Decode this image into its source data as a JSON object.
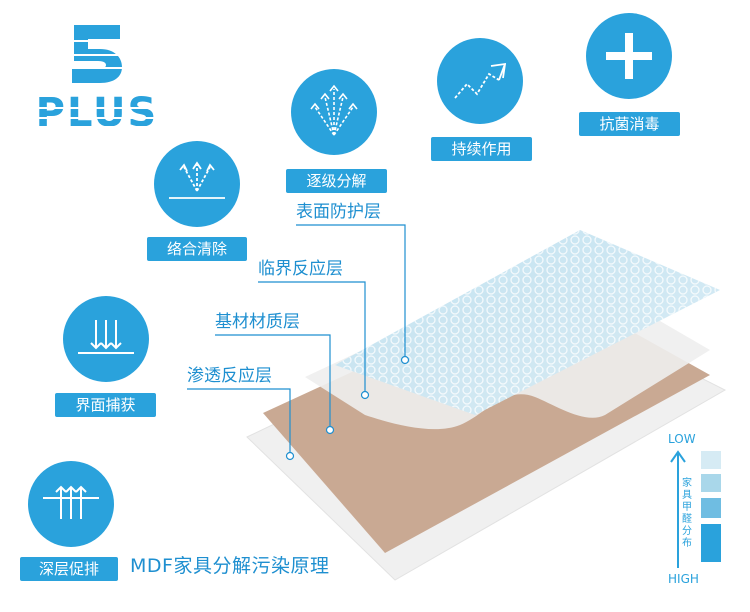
{
  "logo": {
    "number": "5",
    "word": "PLUS"
  },
  "features": [
    {
      "id": "deep",
      "label": "深层促排"
    },
    {
      "id": "capture",
      "label": "界面捕获"
    },
    {
      "id": "clear",
      "label": "络合清除"
    },
    {
      "id": "decompose",
      "label": "逐级分解"
    },
    {
      "id": "continuous",
      "label": "持续作用"
    },
    {
      "id": "antibacterial",
      "label": "抗菌消毒"
    }
  ],
  "layers": [
    {
      "id": "surface",
      "label": "表面防护层"
    },
    {
      "id": "reactive",
      "label": "临界反应层"
    },
    {
      "id": "substrate",
      "label": "基材材质层"
    },
    {
      "id": "penetration",
      "label": "渗透反应层"
    }
  ],
  "title": "MDF家具分解污染原理",
  "legend": {
    "top": "LOW",
    "bottom": "HIGH",
    "vertical_text": "家具甲醛分布",
    "colors": [
      "#d6ebf4",
      "#a9d7ea",
      "#6fbde2",
      "#2aa2dc"
    ]
  },
  "colors": {
    "accent": "#2aa2dc",
    "text_blue": "#1e8fd0",
    "substrate": "#c9a993"
  }
}
